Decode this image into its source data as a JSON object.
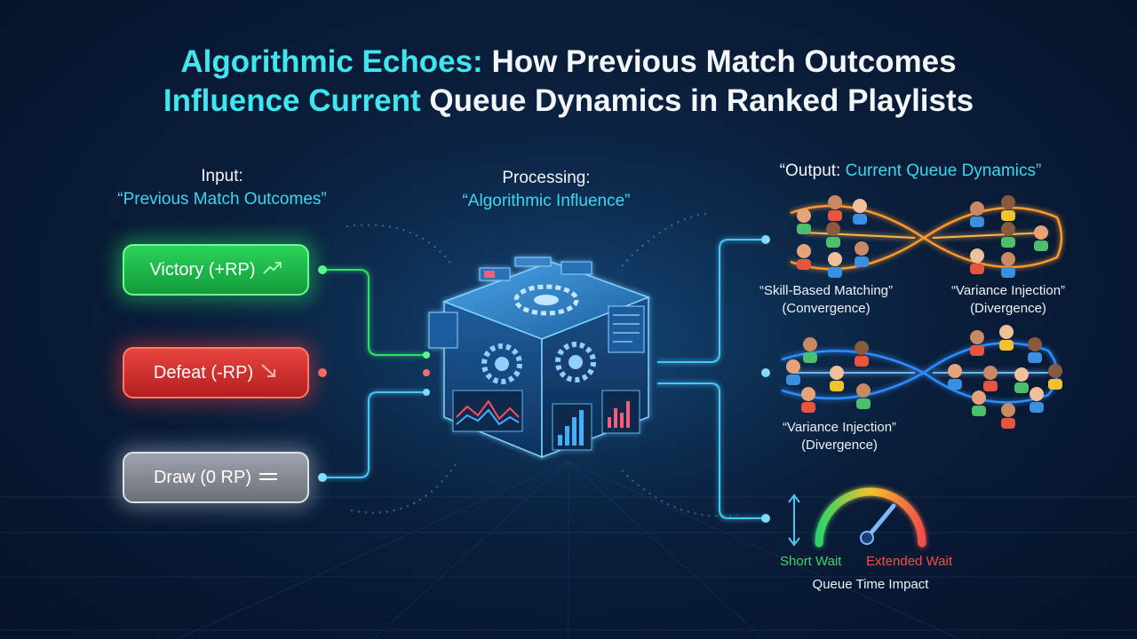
{
  "title": {
    "line1_accent": "Algorithmic Echoes:",
    "line1_plain": "How Previous Match Outcomes",
    "line2_accent": "Influence Current",
    "line2_plain": "Queue Dynamics in Ranked Playlists"
  },
  "input": {
    "heading": "Input:",
    "subheading": "“Previous Match Outcomes”",
    "items": [
      {
        "label": "Victory (+RP)",
        "icon": "trend-up-icon",
        "color": "#2bd35a"
      },
      {
        "label": "Defeat (-RP)",
        "icon": "trend-down-icon",
        "color": "#e8453f"
      },
      {
        "label": "Draw (0 RP)",
        "icon": "equals-icon",
        "color": "#9ea4ab"
      }
    ]
  },
  "processing": {
    "heading": "Processing:",
    "subheading": "“Algorithmic Influence”",
    "icon": "processing-cube-gear-icon"
  },
  "output": {
    "heading_plain": "“Output:",
    "heading_accent": "Current Queue Dynamics”",
    "top_left_line1": "“Skill-Based Matching”",
    "top_left_line2": "(Convergence)",
    "top_right_line1": "“Variance Injection”",
    "top_right_line2": "(Divergence)",
    "middle_line1": "“Variance Injection”",
    "middle_line2": "(Divergence)",
    "gauge": {
      "short_label": "Short Wait",
      "long_label": "Extended Wait",
      "caption": "Queue Time Impact",
      "icon": "queue-time-gauge-icon"
    }
  },
  "colors": {
    "accent": "#3fe6ef",
    "victory": "#2bd35a",
    "defeat": "#e8453f",
    "draw": "#9ea4ab",
    "orange_flow": "#ff9a2e",
    "blue_flow": "#2f8dff"
  }
}
